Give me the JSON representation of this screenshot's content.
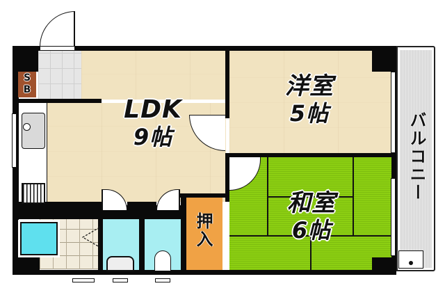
{
  "floorplan": {
    "layout_type": "2LDK",
    "rooms": [
      {
        "id": "ldk",
        "name": "LDK",
        "size": "9帖",
        "floor": "wood"
      },
      {
        "id": "western",
        "name": "洋室",
        "size": "5帖",
        "floor": "wood"
      },
      {
        "id": "japanese",
        "name": "和室",
        "size": "6帖",
        "floor": "tatami"
      },
      {
        "id": "closet",
        "name": "押入"
      },
      {
        "id": "balcony",
        "name": "バルコニー"
      },
      {
        "id": "shoe-box",
        "name": "SB"
      }
    ],
    "labels": {
      "ldk_name": "LDK",
      "ldk_size": "9帖",
      "western_name": "洋室",
      "western_size": "5帖",
      "japanese_name": "和室",
      "japanese_size": "6帖",
      "closet": "押入",
      "balcony": "バルコニー",
      "sb_top": "S",
      "sb_bottom": "B"
    },
    "colors": {
      "wall": "#0a0a0a",
      "wood_floor": "#f1e3c0",
      "tatami": "#8ccf12",
      "closet": "#f0a245",
      "wet_area": "#a8eef2",
      "entry_tile": "#e6e6e6",
      "balcony": "#dcdcdc",
      "shoe_box": "#a0522d"
    }
  }
}
